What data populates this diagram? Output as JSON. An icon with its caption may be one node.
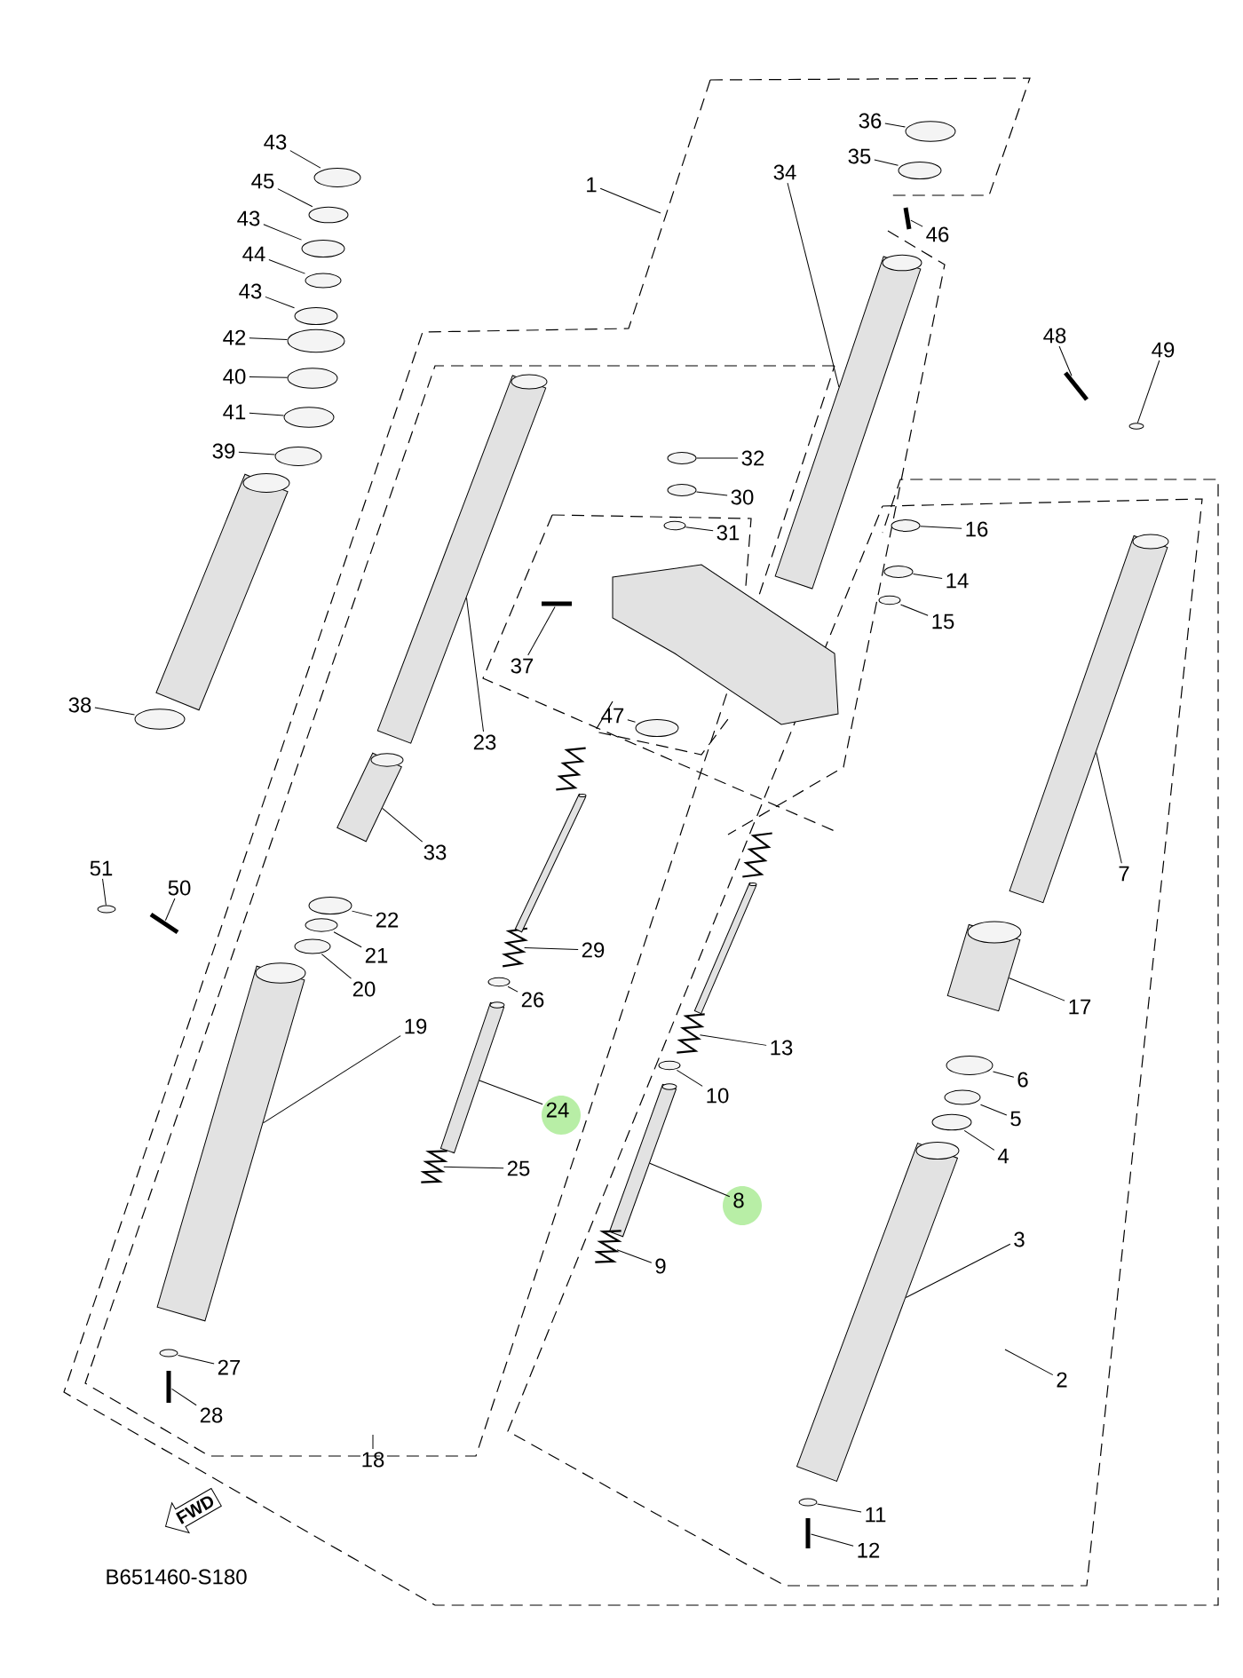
{
  "diagram": {
    "nodes": [
      {
        "text": [
          "36"
        ]
      },
      {
        "text": [
          "43"
        ]
      },
      {
        "text": [
          "35"
        ]
      },
      {
        "text": [
          "34"
        ]
      },
      {
        "text": [
          "45"
        ]
      },
      {
        "text": [
          "1"
        ]
      },
      {
        "text": [
          "43"
        ]
      },
      {
        "text": [
          "46"
        ]
      },
      {
        "text": [
          "44"
        ]
      },
      {
        "text": [
          "43"
        ]
      },
      {
        "text": [
          "48"
        ]
      },
      {
        "text": [
          "42"
        ]
      },
      {
        "text": [
          "49"
        ]
      },
      {
        "text": [
          "40"
        ]
      },
      {
        "text": [
          "41"
        ]
      },
      {
        "text": [
          "39"
        ]
      },
      {
        "text": [
          "32"
        ]
      },
      {
        "text": [
          "30"
        ]
      },
      {
        "text": [
          "16"
        ]
      },
      {
        "text": [
          "31"
        ]
      },
      {
        "text": [
          "14"
        ]
      },
      {
        "text": [
          "15"
        ]
      },
      {
        "text": [
          "37"
        ]
      },
      {
        "text": [
          "38"
        ]
      },
      {
        "text": [
          "47"
        ]
      },
      {
        "text": [
          "23"
        ]
      },
      {
        "text": [
          "33"
        ]
      },
      {
        "text": [
          "51"
        ]
      },
      {
        "text": [
          "7"
        ]
      },
      {
        "text": [
          "50"
        ]
      },
      {
        "text": [
          "22"
        ]
      },
      {
        "text": [
          "29"
        ]
      },
      {
        "text": [
          "21"
        ]
      },
      {
        "text": [
          "20"
        ]
      },
      {
        "text": [
          "26"
        ]
      },
      {
        "text": [
          "17"
        ]
      },
      {
        "text": [
          "19"
        ]
      },
      {
        "text": [
          "13"
        ]
      },
      {
        "text": [
          "6"
        ]
      },
      {
        "text": [
          "10"
        ]
      },
      {
        "text": [
          "24"
        ]
      },
      {
        "text": [
          "5"
        ]
      },
      {
        "text": [
          "4"
        ]
      },
      {
        "text": [
          "25"
        ]
      },
      {
        "text": [
          "8"
        ]
      },
      {
        "text": [
          "3"
        ]
      },
      {
        "text": [
          "9"
        ]
      },
      {
        "text": [
          "27"
        ]
      },
      {
        "text": [
          "2"
        ]
      },
      {
        "text": [
          "28"
        ]
      },
      {
        "text": [
          "18"
        ]
      },
      {
        "text": [
          "11"
        ]
      },
      {
        "text": [
          "FWD"
        ]
      },
      {
        "text": [
          "12"
        ]
      },
      {
        "text": [],
        "shape": "circle"
      },
      {
        "text": [],
        "shape": "circle"
      },
      {
        "text": [],
        "shape": "circle"
      },
      {
        "text": [],
        "shape": "picture"
      },
      {
        "text": [],
        "shape": "circle"
      },
      {
        "text": [],
        "shape": "circle"
      },
      {
        "text": [],
        "shape": "picture"
      },
      {
        "text": [],
        "shape": "circle"
      },
      {
        "text": [],
        "shape": "circle"
      },
      {
        "text": [],
        "shape": "picture"
      },
      {
        "text": [],
        "shape": "circle"
      },
      {
        "text": [],
        "shape": "circle"
      },
      {
        "text": [],
        "shape": "circle"
      },
      {
        "text": [],
        "shape": "circle"
      },
      {
        "text": [],
        "shape": "circle"
      },
      {
        "text": [],
        "shape": "circle"
      },
      {
        "text": [],
        "shape": "circle"
      },
      {
        "text": [],
        "shape": "circle"
      },
      {
        "text": [],
        "shape": "circle"
      },
      {
        "text": [],
        "shape": "circle"
      },
      {
        "text": [],
        "shape": "circle"
      },
      {
        "text": [],
        "shape": "picture"
      },
      {
        "text": [],
        "shape": "circle"
      },
      {
        "text": [],
        "shape": "circle"
      },
      {
        "text": [],
        "shape": "picture"
      },
      {
        "text": [],
        "shape": "picture"
      },
      {
        "text": [],
        "shape": "circle"
      },
      {
        "text": [],
        "shape": "picture"
      },
      {
        "text": [],
        "shape": "picture"
      },
      {
        "text": [],
        "shape": "circle"
      },
      {
        "text": [],
        "shape": "picture"
      },
      {
        "text": [],
        "shape": "circle"
      },
      {
        "text": [],
        "shape": "circle"
      },
      {
        "text": [],
        "shape": "circle"
      },
      {
        "text": [],
        "shape": "picture"
      },
      {
        "text": [],
        "shape": "picture"
      },
      {
        "text": [],
        "shape": "picture"
      },
      {
        "text": [],
        "shape": "circle"
      },
      {
        "text": [],
        "shape": "circle"
      },
      {
        "text": [],
        "shape": "picture"
      },
      {
        "text": [],
        "shape": "circle"
      },
      {
        "text": [],
        "shape": "circle"
      },
      {
        "text": [],
        "shape": "picture"
      },
      {
        "text": [],
        "shape": "picture"
      },
      {
        "text": [],
        "shape": "picture"
      },
      {
        "text": [],
        "shape": "picture"
      },
      {
        "text": [],
        "shape": "circle"
      },
      {
        "text": [],
        "shape": "picture"
      },
      {
        "text": [],
        "shape": "circle"
      },
      {
        "text": [],
        "shape": "picture"
      },
      {
        "text": [],
        "shape": "picture"
      },
      {
        "text": [],
        "shape": "picture"
      },
      {
        "text": [],
        "shape": "picture"
      },
      {
        "text": [],
        "shape": "picture"
      },
      {
        "text": [],
        "shape": "picture"
      },
      {
        "text": [],
        "shape": "picture"
      }
    ],
    "edges": [
      {
        "from": 0,
        "to": 54,
        "arrow": "none"
      },
      {
        "from": 1,
        "to": 55,
        "arrow": "none"
      },
      {
        "from": 2,
        "to": 56,
        "arrow": "none"
      },
      {
        "from": 3,
        "to": 57,
        "arrow": "none"
      },
      {
        "from": 4,
        "to": 58,
        "arrow": "none"
      },
      {
        "from": 5,
        "to": null,
        "arrow": "none"
      },
      {
        "from": 6,
        "to": 59,
        "arrow": "none"
      },
      {
        "from": 7,
        "to": 60,
        "arrow": "none"
      },
      {
        "from": 8,
        "to": 61,
        "arrow": "none"
      },
      {
        "from": 9,
        "to": 62,
        "arrow": "none"
      },
      {
        "from": 10,
        "to": 63,
        "arrow": "none"
      },
      {
        "from": 11,
        "to": 64,
        "arrow": "none"
      },
      {
        "from": 12,
        "to": 65,
        "arrow": "none"
      },
      {
        "from": 13,
        "to": 66,
        "arrow": "none"
      },
      {
        "from": 14,
        "to": 67,
        "arrow": "none"
      },
      {
        "from": 15,
        "to": 68,
        "arrow": "none"
      },
      {
        "from": 16,
        "to": 69,
        "arrow": "none"
      },
      {
        "from": 17,
        "to": 70,
        "arrow": "none"
      },
      {
        "from": 18,
        "to": 71,
        "arrow": "none"
      },
      {
        "from": 19,
        "to": 72,
        "arrow": "none"
      },
      {
        "from": 20,
        "to": 73,
        "arrow": "none"
      },
      {
        "from": 21,
        "to": 74,
        "arrow": "none"
      },
      {
        "from": 22,
        "to": 75,
        "arrow": "none"
      },
      {
        "from": 23,
        "to": 76,
        "arrow": "none"
      },
      {
        "from": 24,
        "to": 77,
        "arrow": "none"
      },
      {
        "from": 25,
        "to": 78,
        "arrow": "none"
      },
      {
        "from": 26,
        "to": 79,
        "arrow": "none"
      },
      {
        "from": 27,
        "to": 80,
        "arrow": "none"
      },
      {
        "from": 28,
        "to": 81,
        "arrow": "none"
      },
      {
        "from": 29,
        "to": 82,
        "arrow": "none"
      },
      {
        "from": 30,
        "to": 83,
        "arrow": "none"
      },
      {
        "from": 31,
        "to": 84,
        "arrow": "none"
      },
      {
        "from": 32,
        "to": 85,
        "arrow": "none"
      },
      {
        "from": 33,
        "to": 86,
        "arrow": "none"
      },
      {
        "from": 34,
        "to": 87,
        "arrow": "none"
      },
      {
        "from": 35,
        "to": 88,
        "arrow": "none"
      },
      {
        "from": 36,
        "to": 89,
        "arrow": "none"
      },
      {
        "from": 37,
        "to": 90,
        "arrow": "none"
      },
      {
        "from": 38,
        "to": 91,
        "arrow": "none"
      },
      {
        "from": 39,
        "to": 92,
        "arrow": "none"
      },
      {
        "from": 40,
        "to": 93,
        "arrow": "none"
      },
      {
        "from": 41,
        "to": 94,
        "arrow": "none"
      },
      {
        "from": 42,
        "to": 95,
        "arrow": "none"
      },
      {
        "from": 43,
        "to": 96,
        "arrow": "none"
      },
      {
        "from": 44,
        "to": 97,
        "arrow": "none"
      },
      {
        "from": 45,
        "to": 98,
        "arrow": "none"
      },
      {
        "from": 46,
        "to": 99,
        "arrow": "none"
      },
      {
        "from": 47,
        "to": 100,
        "arrow": "none"
      },
      {
        "from": 48,
        "to": null,
        "arrow": "none"
      },
      {
        "from": 49,
        "to": 101,
        "arrow": "none"
      },
      {
        "from": 50,
        "to": null,
        "arrow": "none"
      },
      {
        "from": 51,
        "to": 102,
        "arrow": "none"
      },
      {
        "from": 53,
        "to": 103,
        "arrow": "none"
      }
    ],
    "labels": [
      "B651460-S180"
    ]
  }
}
